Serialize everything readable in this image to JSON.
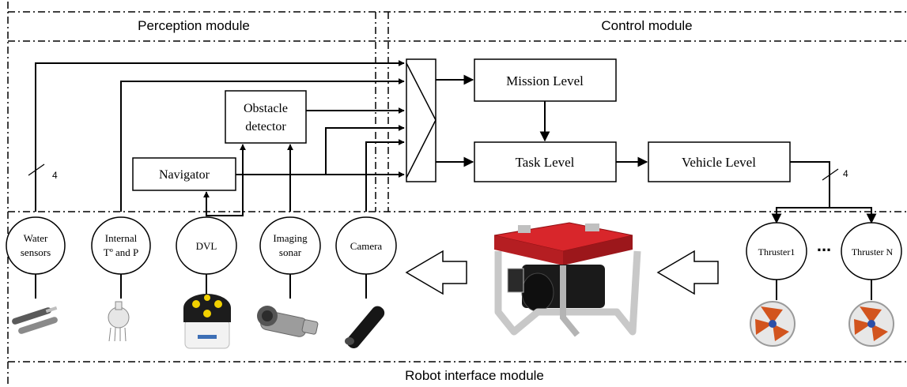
{
  "modules": {
    "perception": "Perception module",
    "control": "Control module",
    "robot_interface": "Robot interface module"
  },
  "blocks": {
    "mission": "Mission Level",
    "task": "Task Level",
    "vehicle": "Vehicle Level",
    "navigator": "Navigator",
    "obstacle_line1": "Obstacle",
    "obstacle_line2": "detector"
  },
  "sensors": {
    "water_line1": "Water",
    "water_line2": "sensors",
    "internal_line1": "Internal",
    "internal_line2": "Tº and P",
    "dvl": "DVL",
    "sonar_line1": "Imaging",
    "sonar_line2": "sonar",
    "camera": "Camera"
  },
  "actuators": {
    "thruster1": "Thruster1",
    "thrusterN": "Thruster N",
    "ellipsis": "..."
  },
  "bus_labels": {
    "water_bus": "4",
    "thruster_bus": "4"
  },
  "colors": {
    "line": "#000000",
    "robot_red": "#d8262b",
    "robot_frame": "#c8c8c8",
    "dvl_yellow": "#f2d100",
    "thruster_orange": "#d2541e"
  }
}
